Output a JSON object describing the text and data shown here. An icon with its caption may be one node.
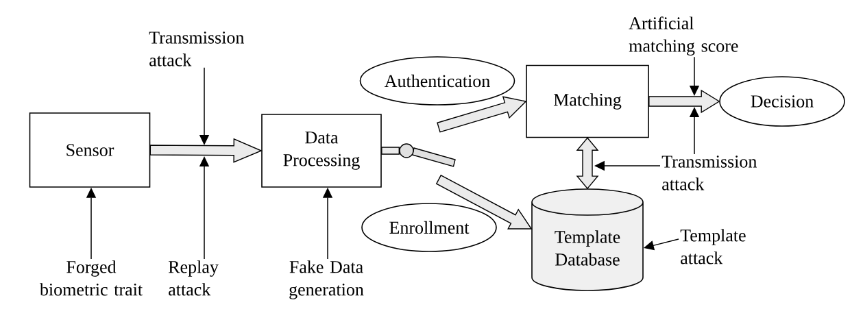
{
  "diagram": {
    "nodes": [
      {
        "text": [
          "Transmission attack"
        ]
      },
      {
        "text": [
          "Sensor"
        ]
      },
      {
        "text": [
          "Data Processing"
        ]
      },
      {
        "text": [],
        "shape": "circle"
      },
      {
        "text": [
          "Authentication"
        ]
      },
      {
        "text": [
          "Matching"
        ]
      },
      {
        "text": [
          "Decision"
        ]
      },
      {
        "text": [
          "Enrollment"
        ]
      },
      {
        "text": [
          "Template Database"
        ]
      },
      {
        "text": [
          "Artificial matching score"
        ]
      },
      {
        "text": [
          "Transmission attack"
        ]
      },
      {
        "text": [
          "Template attack"
        ]
      },
      {
        "text": [
          "Forged biometric trait"
        ]
      },
      {
        "text": [
          "Replay attack"
        ]
      },
      {
        "text": [
          "Fake Data generation"
        ]
      }
    ],
    "edges": [
      {
        "from": 1,
        "to": 2,
        "arrow": "to",
        "style": "thick"
      },
      {
        "from": 2,
        "to": 3,
        "arrow": "none",
        "style": "thick"
      },
      {
        "from": null,
        "to": 5,
        "arrow": "to",
        "style": "thick"
      },
      {
        "from": null,
        "to": 8,
        "arrow": "to",
        "style": "thick"
      },
      {
        "from": 5,
        "to": 6,
        "arrow": "to",
        "style": "thick"
      },
      {
        "from": 5,
        "to": 8,
        "arrow": "both",
        "style": "thick"
      },
      {
        "from": 0,
        "to": null,
        "arrow": "to"
      },
      {
        "from": 13,
        "to": null,
        "arrow": "to"
      },
      {
        "from": 12,
        "to": 1,
        "arrow": "to"
      },
      {
        "from": 14,
        "to": 2,
        "arrow": "to"
      },
      {
        "from": 9,
        "to": null,
        "arrow": "to"
      },
      {
        "from": 10,
        "to": null,
        "arrow": "to"
      },
      {
        "from": 10,
        "to": null,
        "arrow": "to"
      },
      {
        "from": 11,
        "to": 8,
        "arrow": "to"
      }
    ]
  }
}
